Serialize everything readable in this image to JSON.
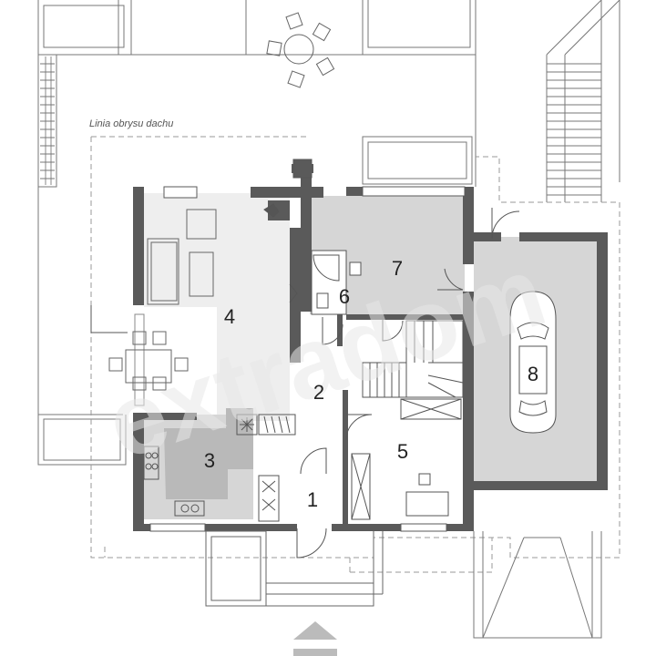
{
  "roof_outline_label": "Linia obrysu dachu",
  "rooms": [
    {
      "id": "r1",
      "number": "1"
    },
    {
      "id": "r2",
      "number": "2"
    },
    {
      "id": "r3",
      "number": "3"
    },
    {
      "id": "r4",
      "number": "4"
    },
    {
      "id": "r5",
      "number": "5"
    },
    {
      "id": "r6",
      "number": "6"
    },
    {
      "id": "r7",
      "number": "7"
    },
    {
      "id": "r8",
      "number": "8"
    }
  ],
  "watermark": "extradom",
  "colors": {
    "wall": "#5a5a5a",
    "grey_room": "#d2d2d2",
    "light_room": "#eeeeee",
    "kitchen_island": "#b9b9b9",
    "line": "#777777",
    "dashed": "#9a9a9a"
  }
}
